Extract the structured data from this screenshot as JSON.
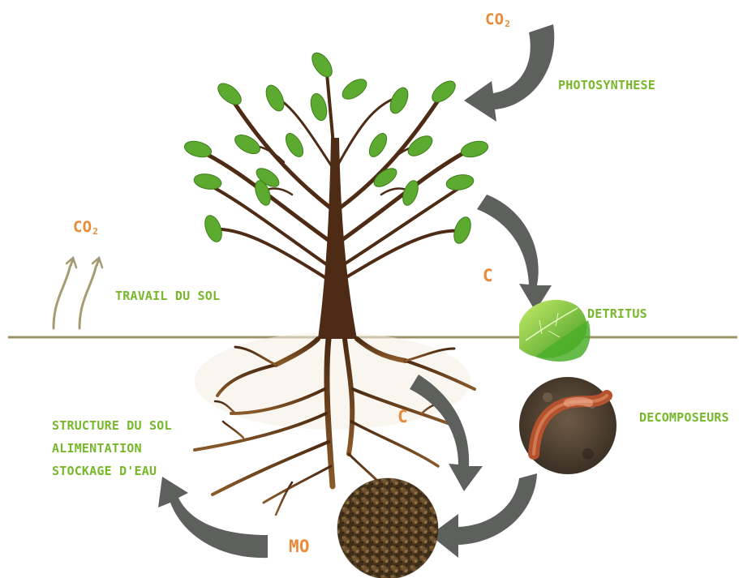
{
  "labels": {
    "photosynthese": "PHOTOSYNTHESE",
    "travail_du_sol": "TRAVAIL DU SOL",
    "detritus": "DETRITUS",
    "decomposeurs": "DECOMPOSEURS",
    "structure_du_sol": "STRUCTURE DU SOL",
    "alimentation": "ALIMENTATION",
    "stockage_eau": "STOCKAGE D'EAU",
    "co2_top": "CO",
    "co2_top_sub": "2",
    "co2_left": "CO",
    "co2_left_sub": "2",
    "carbon_upper": "C",
    "carbon_lower": "C",
    "mo": "MO"
  },
  "colors": {
    "green_text": "#77b82a",
    "orange_text": "#ea8a3b",
    "arrow_gray": "#5e605e",
    "trunk_brown": "#4e2b14",
    "root_brown": "#7a4c1e",
    "leaf_green": "#5caa2f",
    "ground_line": "#a0936a"
  },
  "icons": {
    "arrows": "curved-flow-arrow",
    "detritus": "green-leaf-icon",
    "decomposeurs": "earthworm-soil-photo",
    "mo": "organic-matter-soil-photo"
  }
}
